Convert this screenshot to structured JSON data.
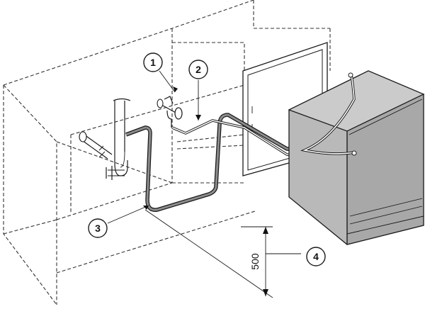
{
  "callouts": [
    {
      "label": "1"
    },
    {
      "label": "2"
    },
    {
      "label": "3"
    },
    {
      "label": "4"
    }
  ],
  "dimension": {
    "value": "500"
  },
  "colors": {
    "appliance_body": "#b9b9b9",
    "appliance_front": "#a8a8a8",
    "hose": "#8c8c8c",
    "outline": "#1a1a1a"
  }
}
